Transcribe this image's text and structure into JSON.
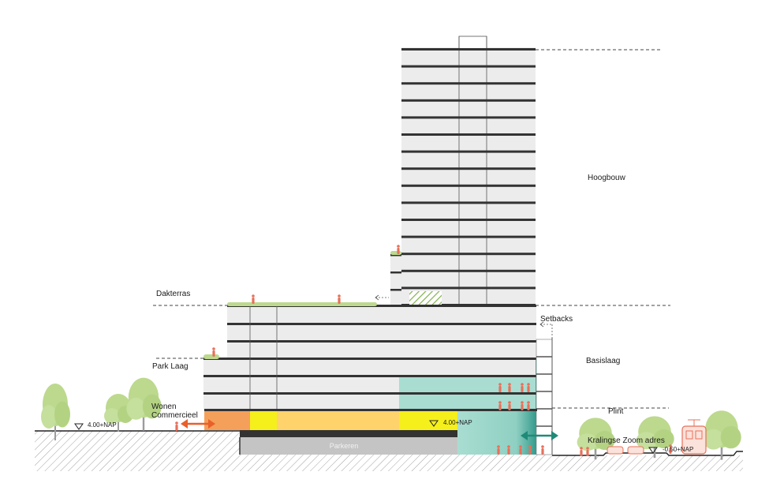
{
  "labels": {
    "hoogbouw": "Hoogbouw",
    "dakterras": "Dakterras",
    "setbacks": "Setbacks",
    "basislaag": "Basislaag",
    "park_laag": "Park Laag",
    "wonen": "Wonen",
    "commercieel": "Commercieel",
    "plint": "Plint",
    "kralingse": "Kralingse Zoom adres",
    "parkeren": "Parkeren",
    "level_left": "4.00+NAP",
    "level_mid": "4.00+NAP",
    "level_right": "-0.50+NAP"
  },
  "colors": {
    "facade": "#ececed",
    "slab": "#333333",
    "commercial_orange": "#f5a05a",
    "commercial_yellow": "#ffd36b",
    "retail_yellow": "#f5ef1c",
    "teal": "#a9ddd2",
    "teal_dark": "#1f8f80",
    "parking": "#c4c4c4",
    "tree": "#bcd98e",
    "people": "#e8705a",
    "arrow_orange": "#e8602a",
    "arrow_teal": "#1f8a78",
    "ground_hatch": "#777777"
  },
  "icons": [
    "tree-icon",
    "person-icon",
    "tram-icon",
    "car-icon",
    "level-marker-icon",
    "double-arrow-icon"
  ]
}
